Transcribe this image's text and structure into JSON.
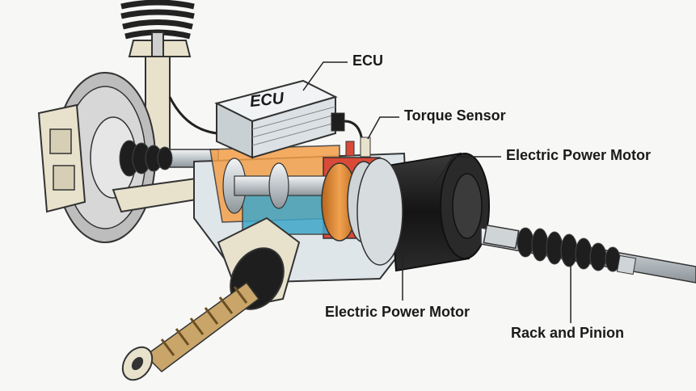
{
  "labels": {
    "ecu": "ECU",
    "torque_sensor": "Torque Sensor",
    "motor_top": "Electric Power Motor",
    "motor_bottom": "Electric Power Motor",
    "rack_and_pinion": "Rack and Pinion"
  },
  "ecu_box_text": "ECU",
  "colors": {
    "background": "#f7f7f5",
    "housing": "#dfe6ea",
    "motor": "#1f1f1f",
    "copper": "#d9822b",
    "red_cutaway": "#d94a38",
    "spring": "#222222",
    "suspension": "#e8e2cc"
  }
}
